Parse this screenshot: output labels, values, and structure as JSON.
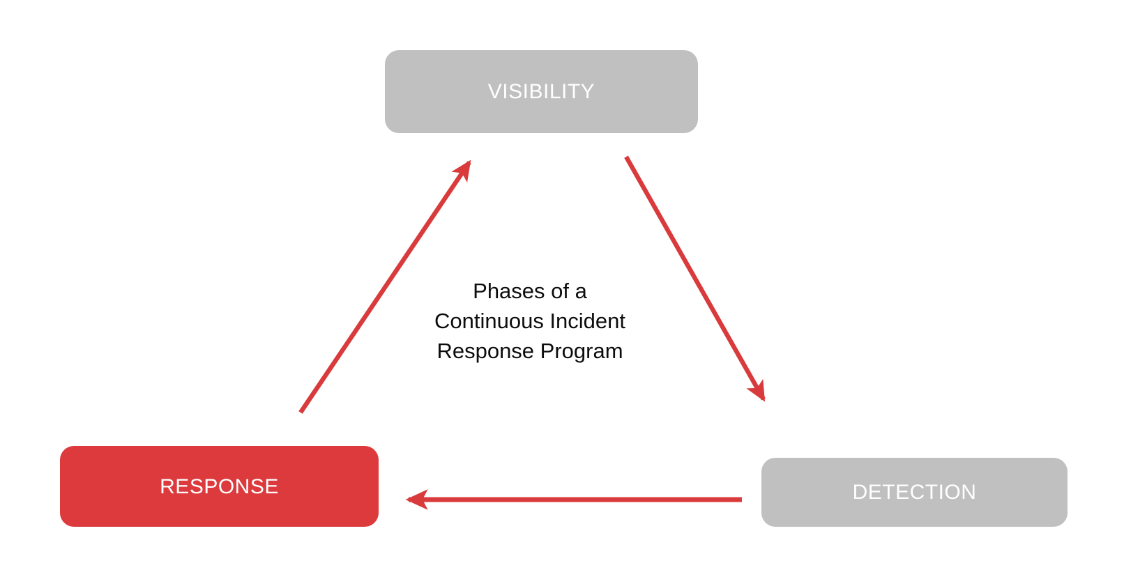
{
  "diagram": {
    "title_lines": [
      "Phases of a",
      "Continuous Incident",
      "Response Program"
    ],
    "title_full": "Phases of a Continuous Incident Response Program",
    "nodes": [
      {
        "id": "visibility",
        "label": "VISIBILITY",
        "color": "#c0c0c0",
        "text_color": "#ffffff",
        "state": "inactive"
      },
      {
        "id": "response",
        "label": "RESPONSE",
        "color": "#dc3a3c",
        "text_color": "#ffffff",
        "state": "active"
      },
      {
        "id": "detection",
        "label": "DETECTION",
        "color": "#c0c0c0",
        "text_color": "#ffffff",
        "state": "inactive"
      }
    ],
    "arrows": [
      {
        "id": "visibility-to-detection",
        "from": "visibility",
        "to": "detection",
        "color": "#d93a3c",
        "direction": "down-right"
      },
      {
        "id": "detection-to-response",
        "from": "detection",
        "to": "response",
        "color": "#d93a3c",
        "direction": "left"
      },
      {
        "id": "response-to-visibility",
        "from": "response",
        "to": "visibility",
        "color": "#d93a3c",
        "direction": "up-right"
      }
    ],
    "accent_color": "#d93a3c",
    "neutral_color": "#c0c0c0",
    "background_color": "#ffffff"
  }
}
